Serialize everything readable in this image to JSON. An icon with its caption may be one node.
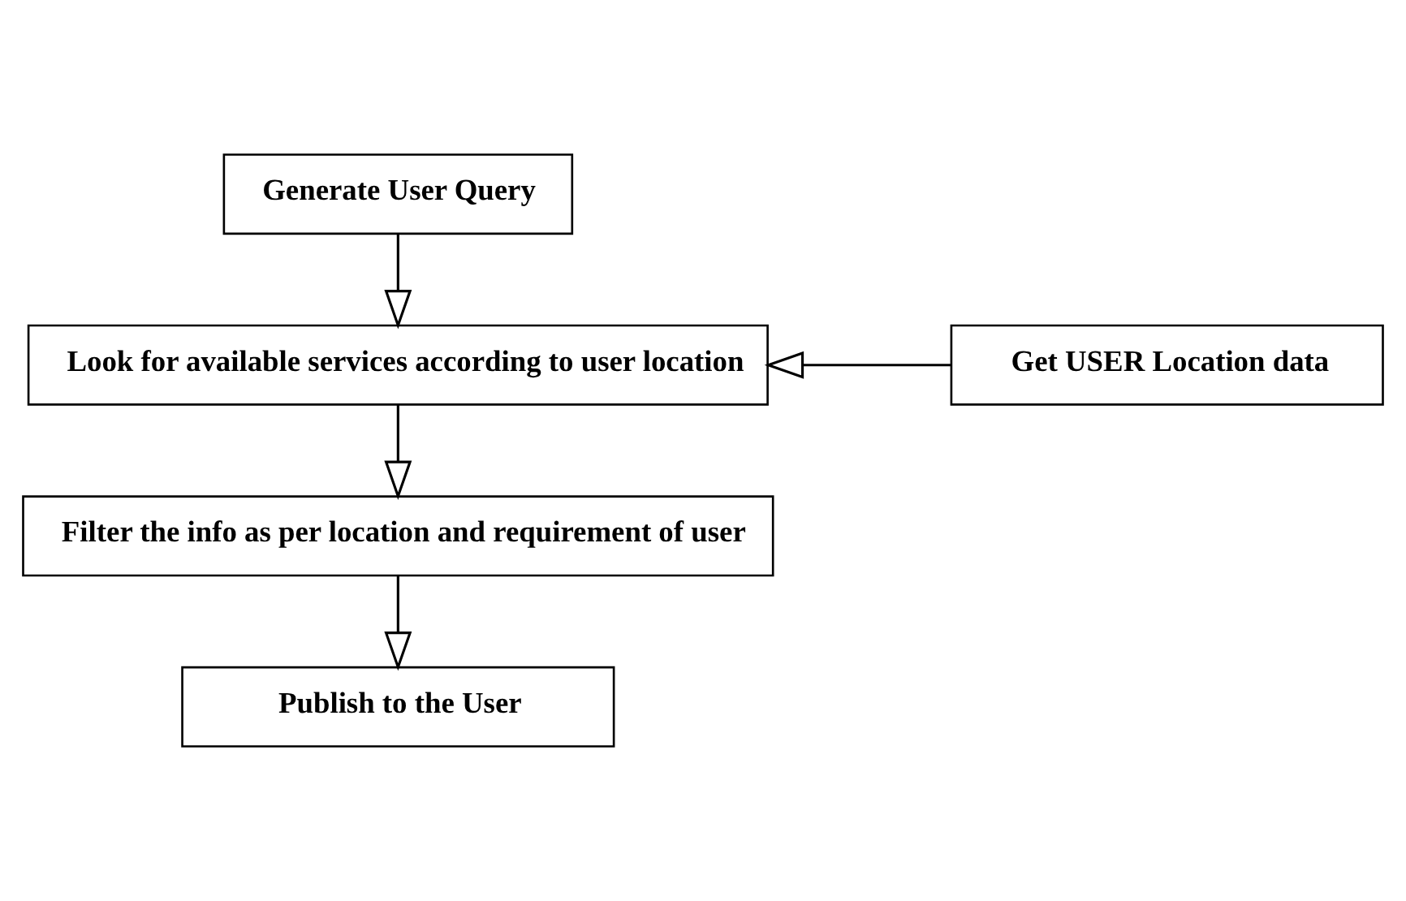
{
  "diagram": {
    "nodes": [
      {
        "text": [
          "Generate User Query"
        ]
      },
      {
        "text": [
          "Look for available services according to user location"
        ]
      },
      {
        "text": [
          "Get USER Location data"
        ]
      },
      {
        "text": [
          "Filter the info as per location and requirement of user"
        ]
      },
      {
        "text": [
          "Publish to the User"
        ]
      }
    ],
    "edges": [
      {
        "from": 0,
        "to": 1,
        "arrow": "to"
      },
      {
        "from": 2,
        "to": 1,
        "arrow": "to"
      },
      {
        "from": 1,
        "to": 3,
        "arrow": "to"
      },
      {
        "from": 3,
        "to": 4,
        "arrow": "to"
      }
    ]
  }
}
